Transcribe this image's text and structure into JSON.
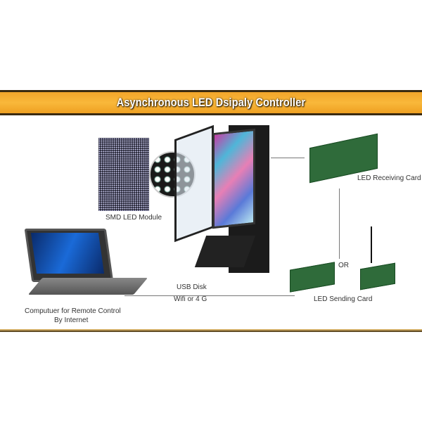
{
  "header": {
    "title": "Asynchronous LED Dsipaly Controller"
  },
  "labels": {
    "module": "SMD LED Module",
    "receiving": "LED Receiving Card",
    "sending": "LED Sending Card",
    "or": "OR",
    "usb": "USB Disk",
    "wifi": "Wifi or 4 G",
    "computer_line1": "Computuer for Remote Control",
    "computer_line2": "By Internet"
  },
  "colors": {
    "banner": "#f9b83a",
    "banner_border": "#3a2a10"
  }
}
